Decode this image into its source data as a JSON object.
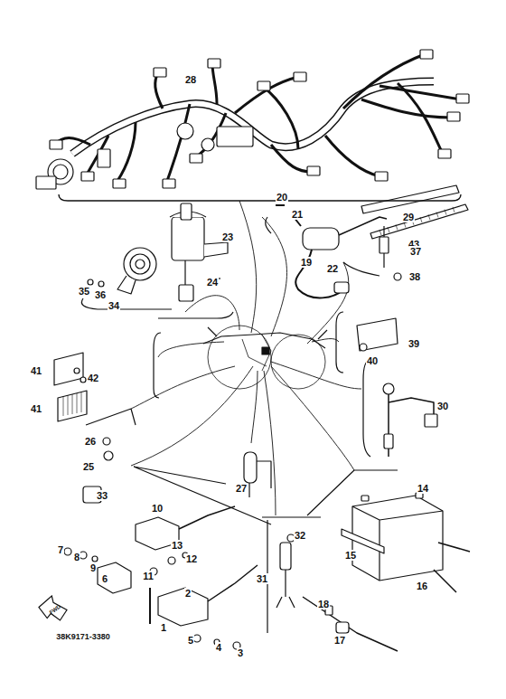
{
  "diagram": {
    "nodes": [
      {
        "text": [
          "FWD"
        ]
      }
    ],
    "labels": [
      "28",
      "29",
      "43",
      "23",
      "24",
      "20",
      "21",
      "19",
      "22",
      "37",
      "38",
      "35",
      "36",
      "34",
      "41",
      "42",
      "41",
      "39",
      "40",
      "30",
      "26",
      "25",
      "27",
      "33",
      "10",
      "13",
      "12",
      "11",
      "2",
      "7",
      "8",
      "9",
      "6",
      "1",
      "5",
      "4",
      "3",
      "32",
      "31",
      "14",
      "15",
      "16",
      "18",
      "17",
      "38K9171-3380"
    ]
  }
}
